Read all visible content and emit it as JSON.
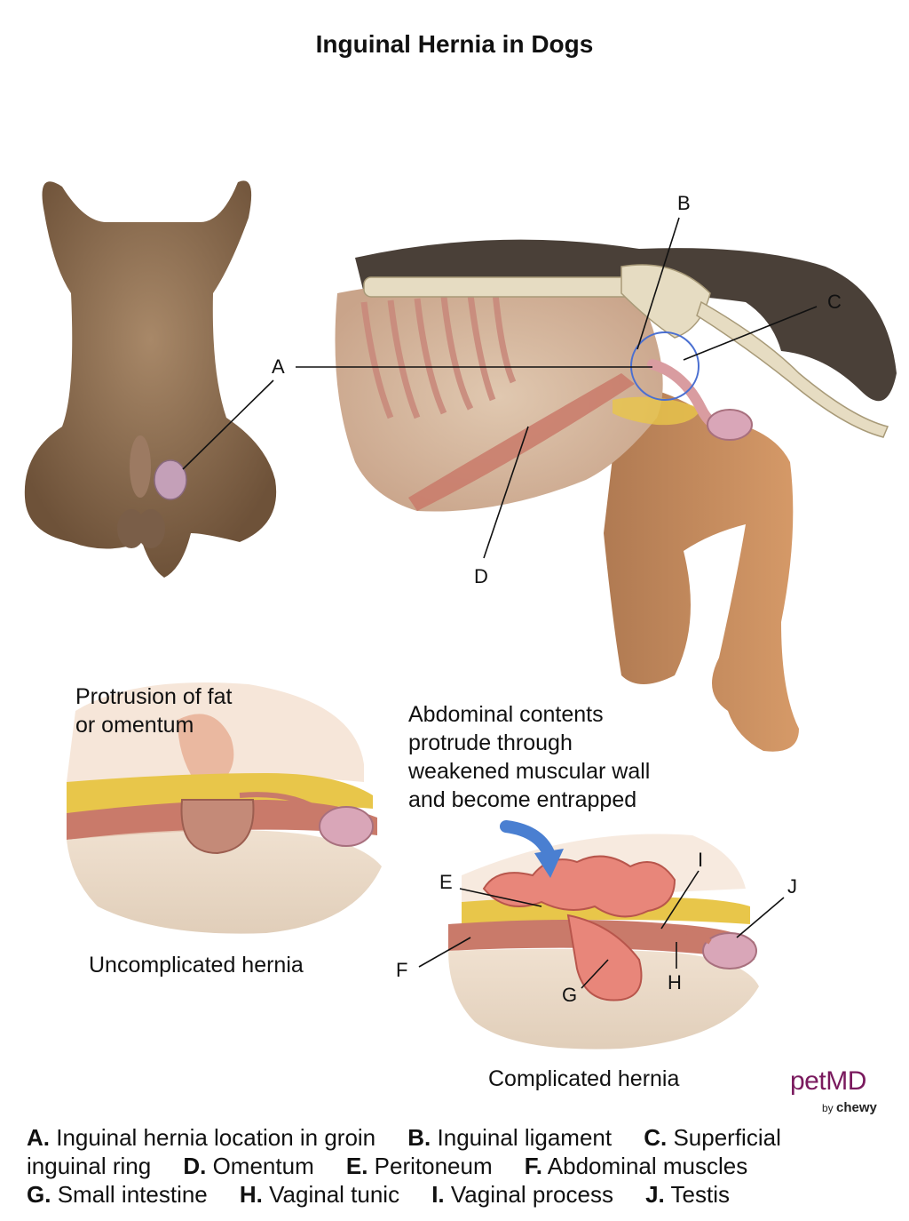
{
  "title": "Inguinal Hernia in Dogs",
  "labels": {
    "A": "A",
    "B": "B",
    "C": "C",
    "D": "D",
    "E": "E",
    "F": "F",
    "G": "G",
    "H": "H",
    "I": "I",
    "J": "J"
  },
  "captions": {
    "fat_line1": "Protrusion of fat",
    "fat_line2": "or omentum",
    "abdominal_line1": "Abdominal contents",
    "abdominal_line2": "protrude through",
    "abdominal_line3": "weakened muscular wall",
    "abdominal_line4": "and become entrapped",
    "uncomplicated": "Uncomplicated hernia",
    "complicated": "Complicated hernia"
  },
  "legend": [
    {
      "letter": "A.",
      "text": "Inguinal hernia location in groin"
    },
    {
      "letter": "B.",
      "text": "Inguinal ligament"
    },
    {
      "letter": "C.",
      "text": "Superficial"
    },
    {
      "letter": "",
      "text": "inguinal ring"
    },
    {
      "letter": "D.",
      "text": "Omentum"
    },
    {
      "letter": "E.",
      "text": "Peritoneum"
    },
    {
      "letter": "F.",
      "text": "Abdominal muscles"
    },
    {
      "letter": "G.",
      "text": "Small intestine"
    },
    {
      "letter": "H.",
      "text": "Vaginal tunic"
    },
    {
      "letter": "I.",
      "text": "Vaginal process"
    },
    {
      "letter": "J.",
      "text": "Testis"
    }
  ],
  "logo": {
    "brand": "petMD",
    "by": "by",
    "partner": "chewy"
  },
  "colors": {
    "fur": "#8a6a4e",
    "muscle": "#c97a6a",
    "intestine": "#e8867a",
    "fat": "#e8c64a",
    "bone": "#e6dcc2",
    "arrow": "#4a7fd1",
    "brand": "#7a1a5e"
  }
}
